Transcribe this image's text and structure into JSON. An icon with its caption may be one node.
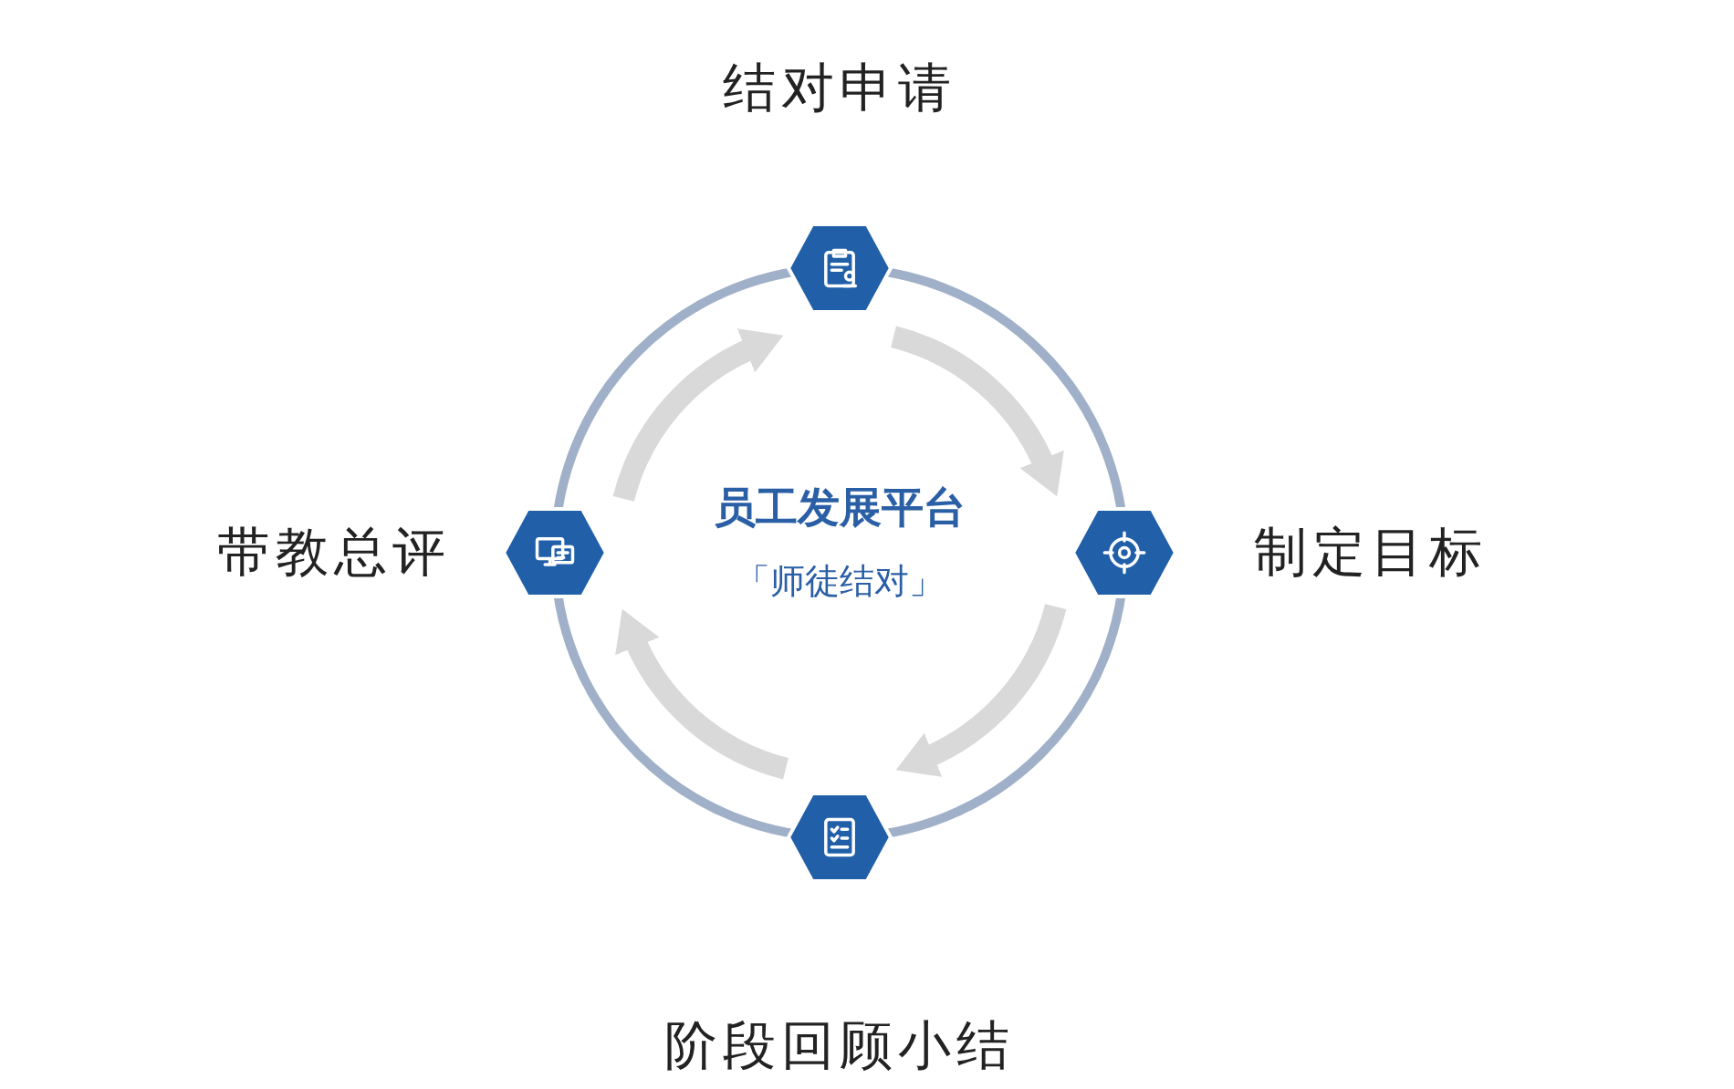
{
  "diagram": {
    "nodes": [
      {
        "text": [
          "员工发展平台",
          "「师徒结对」"
        ]
      },
      {
        "text": [
          "结对申请"
        ]
      },
      {
        "text": [
          "制定目标"
        ]
      },
      {
        "text": [
          "阶段回顾小结"
        ]
      },
      {
        "text": [
          "带教总评"
        ]
      }
    ],
    "edges": [
      {
        "from": 1,
        "to": 2,
        "arrow": "to"
      },
      {
        "from": 2,
        "to": 3,
        "arrow": "to"
      },
      {
        "from": 3,
        "to": 4,
        "arrow": "to"
      },
      {
        "from": 4,
        "to": 1,
        "arrow": "to"
      }
    ]
  }
}
